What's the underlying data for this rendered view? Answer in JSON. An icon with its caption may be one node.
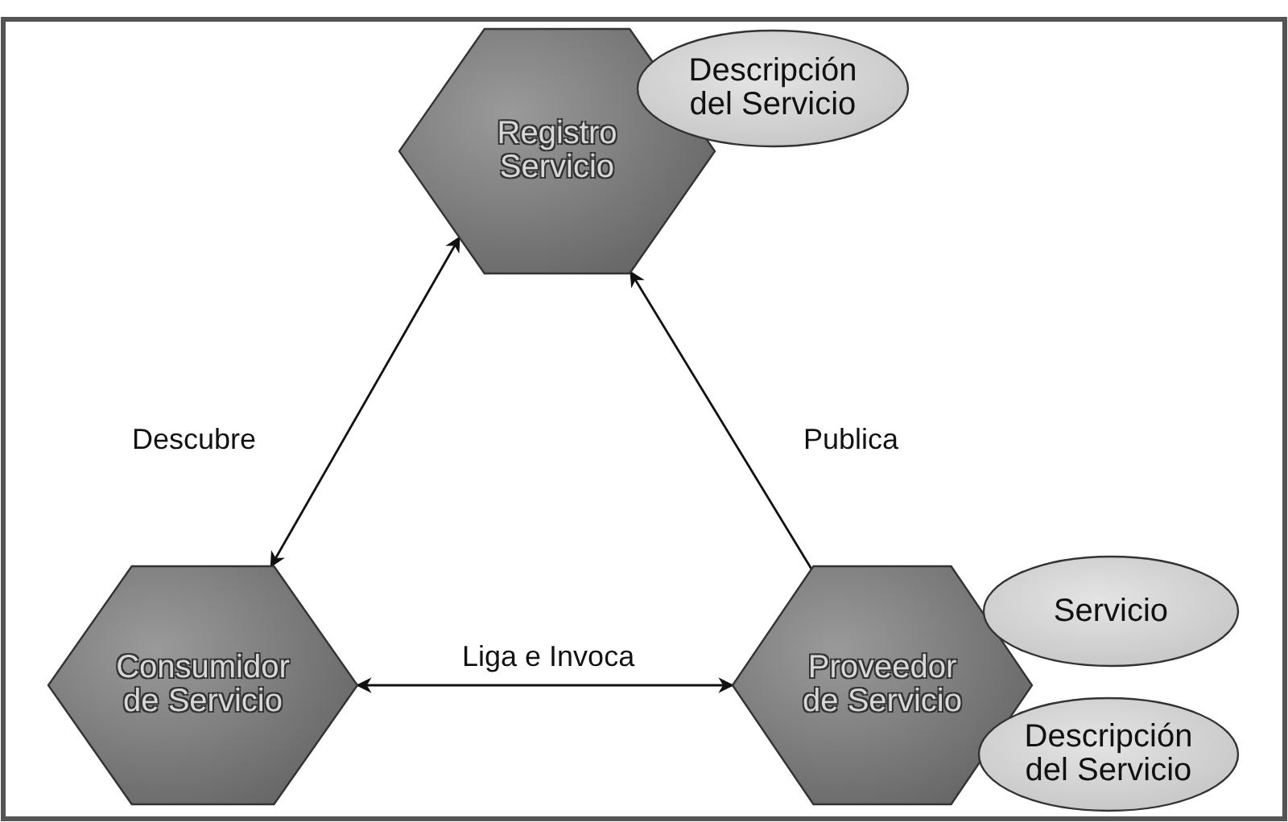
{
  "diagram": {
    "nodes": [
      {
        "text": [
          "Registro Servicio"
        ]
      },
      {
        "text": [
          "Descripción del Servicio"
        ]
      },
      {
        "text": [
          "Consumidor de Servicio"
        ]
      },
      {
        "text": [
          "Proveedor de Servicio"
        ]
      },
      {
        "text": [
          "Servicio"
        ]
      },
      {
        "text": [
          "Descripción del Servicio"
        ]
      }
    ],
    "edges": [
      {
        "from": 0,
        "to": 2,
        "arrow": "both",
        "label": "Descubre"
      },
      {
        "from": 3,
        "to": 0,
        "arrow": "to",
        "label": "Publica"
      },
      {
        "from": 2,
        "to": 3,
        "arrow": "both",
        "label": "Liga e Invoca"
      }
    ]
  }
}
